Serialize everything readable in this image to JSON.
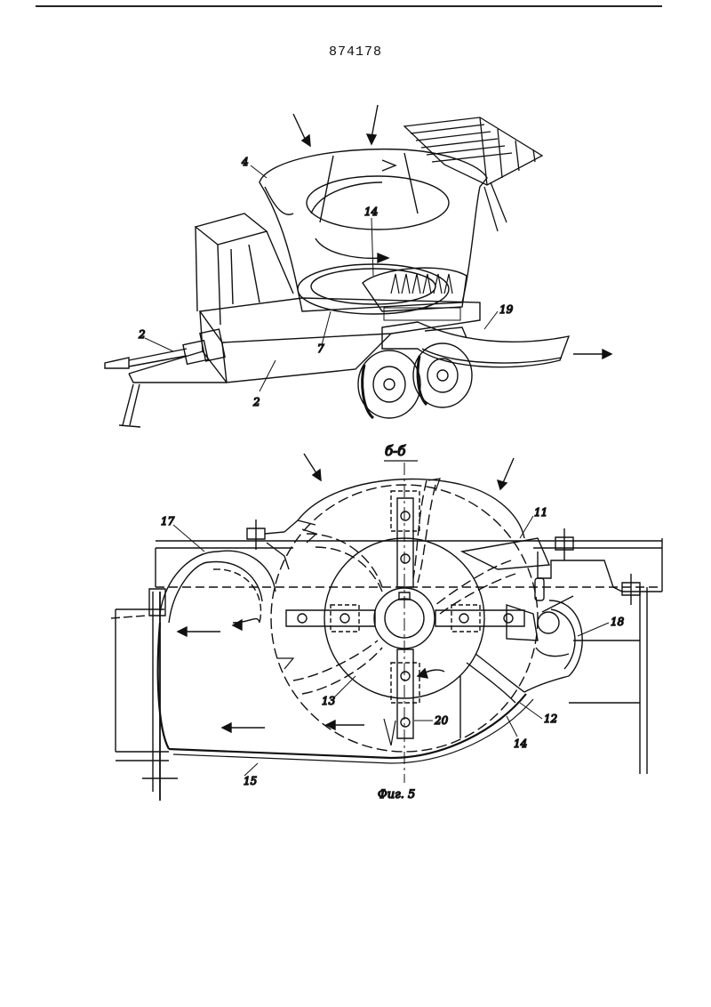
{
  "document": {
    "patent_number": "874178",
    "figure_caption": "Фиг. 5",
    "section_label": "б-б"
  },
  "figure_top": {
    "labels": [
      "4",
      "14",
      "2",
      "7",
      "2",
      "19"
    ]
  },
  "figure_bottom": {
    "labels": [
      "17",
      "11",
      "18",
      "13",
      "20",
      "12",
      "14",
      "15"
    ]
  }
}
